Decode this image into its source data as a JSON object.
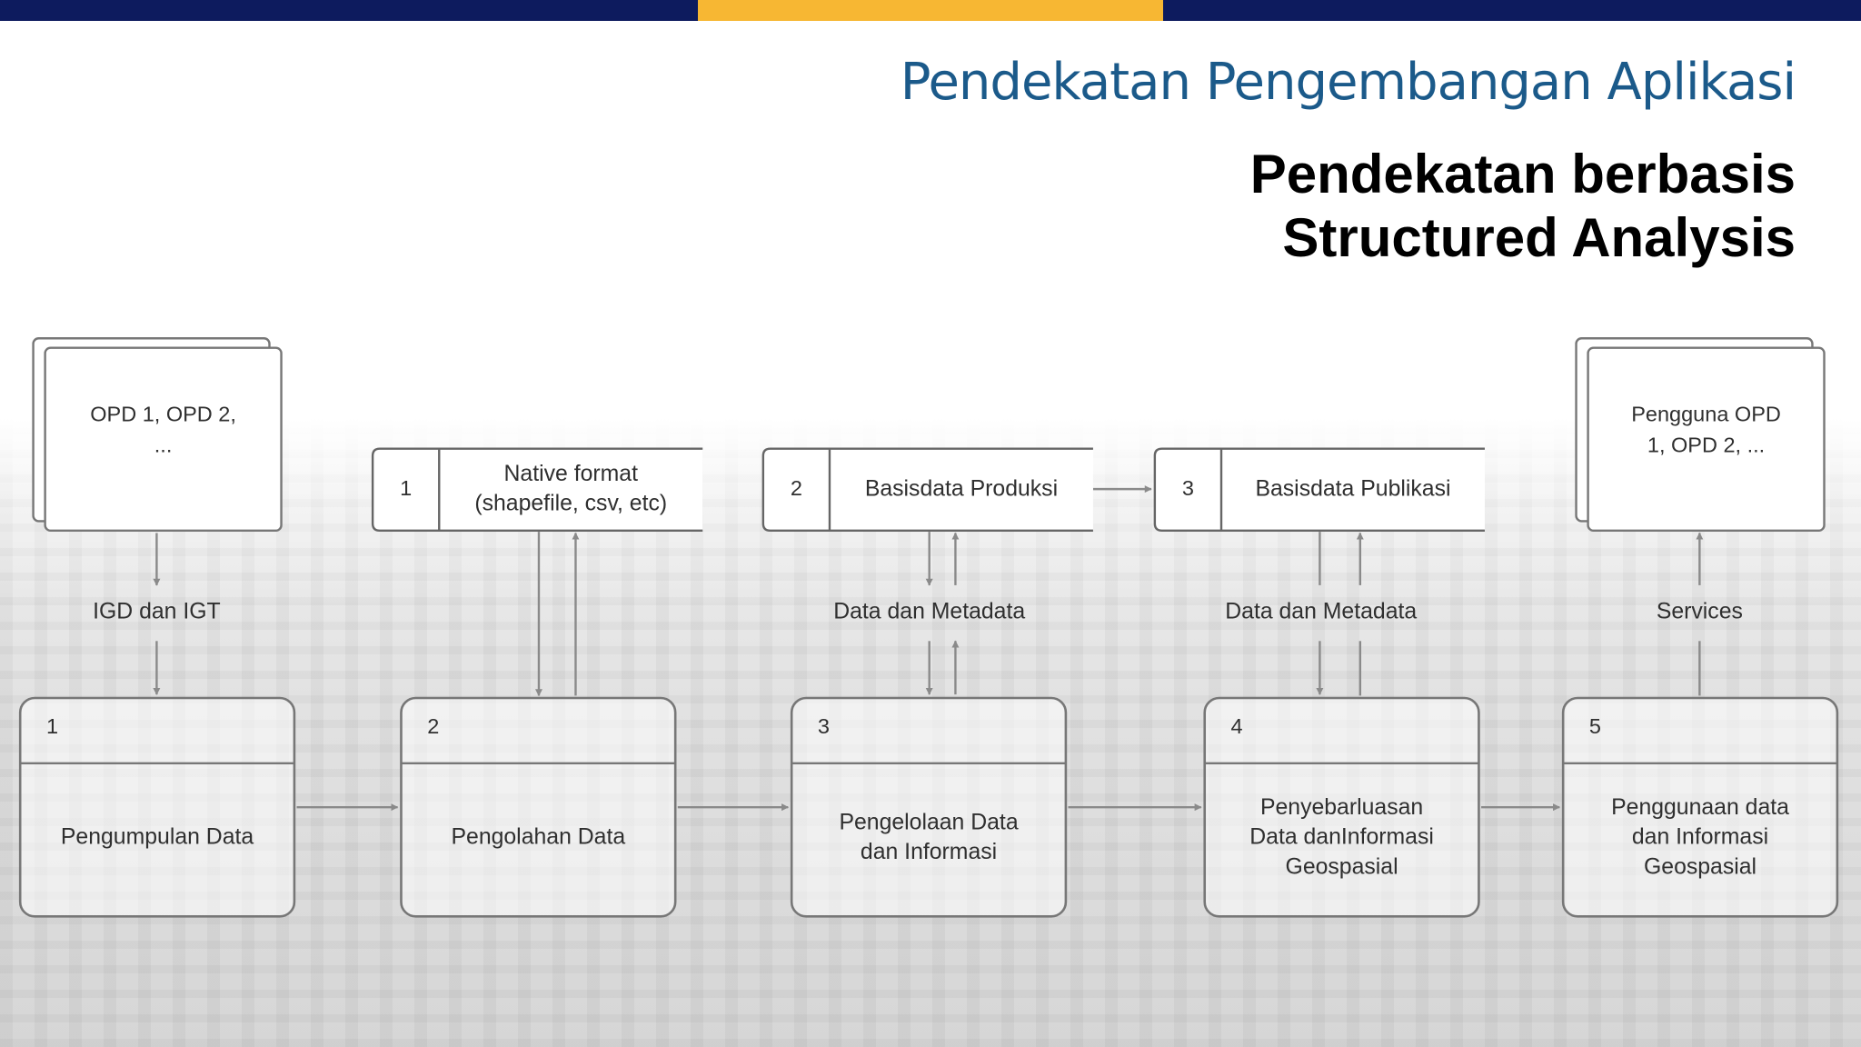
{
  "slide": {
    "subtitle": "Pendekatan Pengembangan Aplikasi",
    "title_line1": "Pendekatan berbasis",
    "title_line2": "Structured Analysis"
  },
  "colors": {
    "topbar_navy": "#0d1b5e",
    "topbar_gold": "#f7b733",
    "subtitle_blue": "#1b5a8a"
  },
  "external_entities": [
    {
      "lines": [
        "OPD 1, OPD 2,",
        "..."
      ]
    },
    {
      "lines": [
        "Pengguna OPD",
        "1, OPD 2, ..."
      ]
    }
  ],
  "data_stores": [
    {
      "id": "1",
      "lines": [
        "Native format",
        "(shapefile, csv, etc)"
      ]
    },
    {
      "id": "2",
      "lines": [
        "Basisdata Produksi"
      ]
    },
    {
      "id": "3",
      "lines": [
        "Basisdata Publikasi"
      ]
    }
  ],
  "flow_labels": {
    "igd_igt": "IGD dan IGT",
    "meta1": "Data dan Metadata",
    "meta2": "Data dan Metadata",
    "services": "Services"
  },
  "processes": [
    {
      "id": "1",
      "lines": [
        "Pengumpulan Data"
      ]
    },
    {
      "id": "2",
      "lines": [
        "Pengolahan Data"
      ]
    },
    {
      "id": "3",
      "lines": [
        "Pengelolaan Data",
        "dan Informasi"
      ]
    },
    {
      "id": "4",
      "lines": [
        "Penyebarluasan",
        "Data danInformasi",
        "Geospasial"
      ]
    },
    {
      "id": "5",
      "lines": [
        "Penggunaan data",
        "dan Informasi",
        "Geospasial"
      ]
    }
  ]
}
